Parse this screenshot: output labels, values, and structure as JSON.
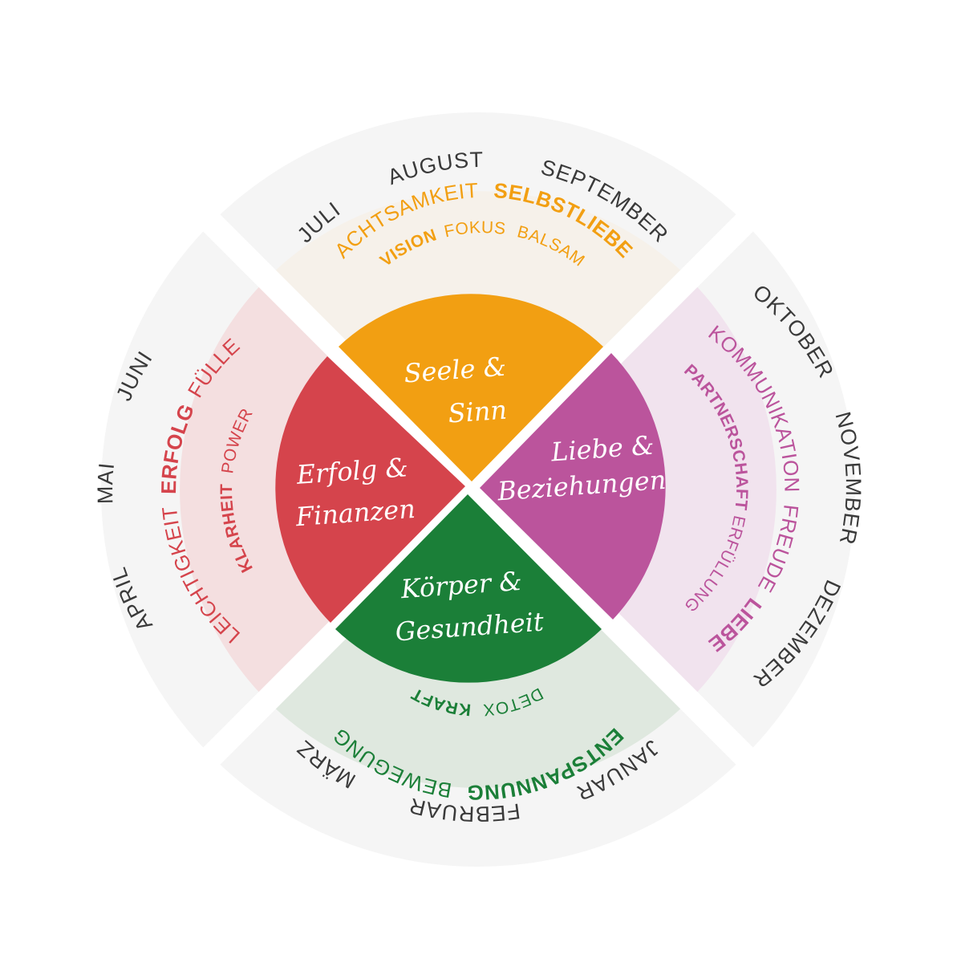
{
  "colors": {
    "background": "#ffffff",
    "outer_ring": "#f5f5f5",
    "gap": "#ffffff",
    "month_text": "#3a3a3a"
  },
  "quadrants": {
    "top": {
      "core_line1": "Seele &",
      "core_line2": "Sinn",
      "core_color": "#f29f12",
      "band_color": "#f6f1ea",
      "text_color": "#f29f12",
      "months": [
        "JULI",
        "AUGUST",
        "SEPTEMBER"
      ],
      "keywords_outer": [
        "ACHTSAMKEIT",
        "SELBSTLIEBE"
      ],
      "keywords_inner": [
        "VISION",
        "FOKUS",
        "BALSAM"
      ]
    },
    "left": {
      "core_line1": "Erfolg &",
      "core_line2": "Finanzen",
      "core_color": "#d5444c",
      "band_color": "#f4dfe0",
      "text_color": "#d5444c",
      "months": [
        "APRIL",
        "MAI",
        "JUNI"
      ],
      "keywords_outer": [
        "LEICHTIGKEIT",
        "ERFOLG",
        "FÜLLE"
      ],
      "keywords_inner": [
        "KLARHEIT",
        "POWER"
      ]
    },
    "right": {
      "core_line1": "Liebe &",
      "core_line2": "Beziehungen",
      "core_color": "#bb549c",
      "band_color": "#f1e3ee",
      "text_color": "#bb549c",
      "months": [
        "OKTOBER",
        "NOVEMBER",
        "DEZEMBER"
      ],
      "keywords_outer": [
        "KOMMUNIKATION",
        "FREUDE",
        "LIEBE"
      ],
      "keywords_inner": [
        "PARTNERSCHAFT",
        "ERFÜLLUNG"
      ]
    },
    "bottom": {
      "core_line1": "Körper &",
      "core_line2": "Gesundheit",
      "core_color": "#1b7f38",
      "band_color": "#dfe8df",
      "text_color": "#1b7f38",
      "months": [
        "JANUAR",
        "FEBRUAR",
        "MÄRZ"
      ],
      "keywords_outer": [
        "ENTSPANNUNG",
        "BEWEGUNG"
      ],
      "keywords_inner": [
        "DETOX",
        "KRAFT"
      ]
    }
  }
}
